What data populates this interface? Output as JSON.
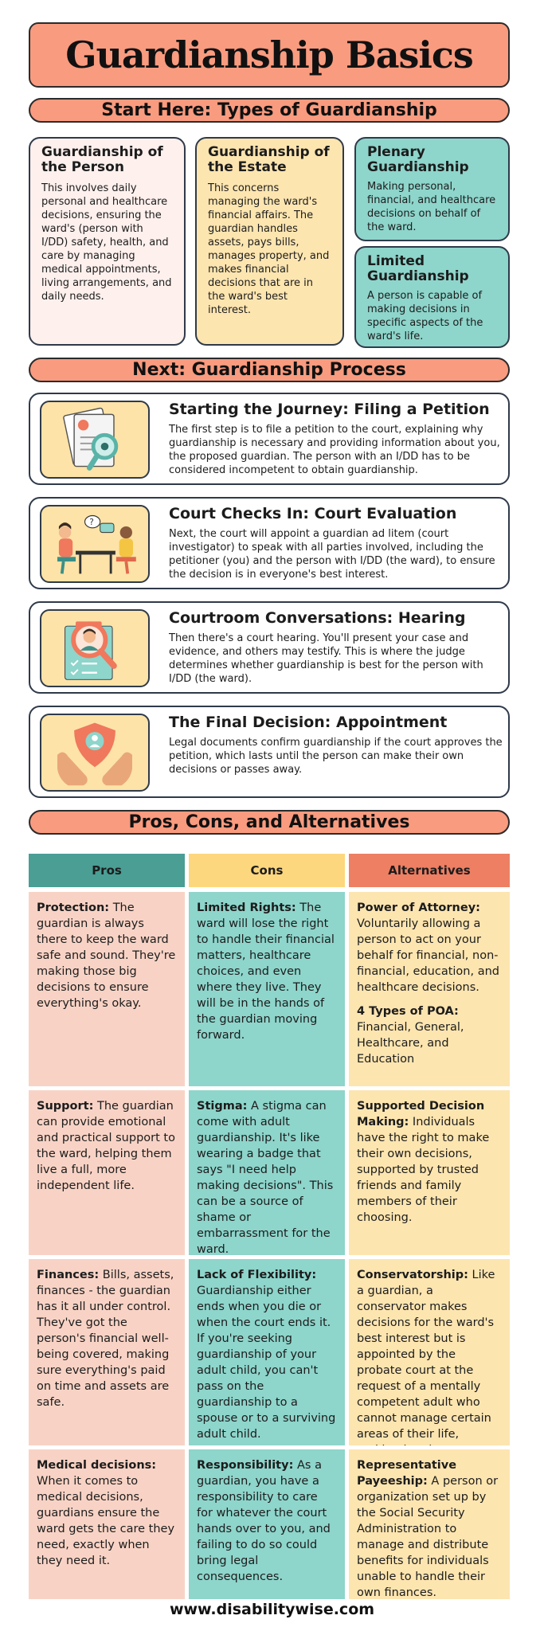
{
  "title": "Guardianship Basics",
  "sections": {
    "types": "Start Here: Types of Guardianship",
    "process": "Next: Guardianship Process",
    "pros_cons": "Pros, Cons, and Alternatives"
  },
  "types": [
    {
      "title": "Guardianship of the Person",
      "body": "This involves daily personal and healthcare decisions, ensuring the ward's (person with I/DD) safety, health, and care by managing medical appointments, living arrangements, and daily needs."
    },
    {
      "title": "Guardianship of the Estate",
      "body": "This concerns managing the ward's financial affairs. The guardian handles assets, pays bills, manages property, and makes financial decisions that are in the ward's best interest."
    },
    {
      "title": "Plenary Guardianship",
      "body": "Making personal, financial, and healthcare decisions on behalf of the ward."
    },
    {
      "title": "Limited Guardianship",
      "body": "A person is capable of making decisions in specific aspects of the ward's life."
    }
  ],
  "steps": [
    {
      "title": "Starting the Journey: Filing a Petition",
      "body": "The first step is to file a petition to the court, explaining why guardianship is necessary and providing information about you, the proposed guardian. The person with an I/DD has to be considered incompetent to obtain guardianship."
    },
    {
      "title": "Court Checks In: Court Evaluation",
      "body": "Next, the court will appoint a guardian ad litem (court investigator) to speak with all parties involved, including the petitioner (you) and the person with I/DD (the ward), to ensure the decision is in everyone's best interest."
    },
    {
      "title": "Courtroom Conversations: Hearing",
      "body": "Then there's a court hearing. You'll present your case and evidence, and others may testify. This is where the judge determines whether guardianship is best for the person with I/DD (the ward)."
    },
    {
      "title": "The Final Decision: Appointment",
      "body": "Legal documents confirm guardianship if the court approves the petition, which lasts until the person can make their own decisions or passes away."
    }
  ],
  "table": {
    "headers": [
      "Pros",
      "Cons",
      "Alternatives"
    ],
    "rows": [
      [
        {
          "label": "Protection:",
          "text": " The guardian is always there to keep the ward safe and sound. They're making those big decisions to ensure everything's okay."
        },
        {
          "label": "Limited Rights:",
          "text": " The ward will lose the right to handle their financial matters, healthcare choices, and even where they live. They will be in the hands of the guardian moving forward."
        },
        {
          "label": "Power of Attorney:",
          "text": " Voluntarily allowing a person to act on your behalf for financial, non-financial, education, and healthcare decisions.",
          "label2": "4 Types of POA:",
          "text2": " Financial, General, Healthcare, and Education"
        }
      ],
      [
        {
          "label": "Support:",
          "text": " The guardian can provide emotional and practical support to the ward, helping them live a full, more independent life."
        },
        {
          "label": "Stigma:",
          "text": " A stigma can come with adult guardianship. It's like wearing a badge that says \"I need help making decisions\". This can be a source of shame or embarrassment for the ward."
        },
        {
          "label": "Supported Decision Making:",
          "text": " Individuals have the right to make their own decisions, supported by trusted friends and family members of their choosing."
        }
      ],
      [
        {
          "label": "Finances:",
          "text": "  Bills, assets, finances - the guardian has it all under control. They've got the person's financial well-being covered, making sure everything's paid on time and assets are safe."
        },
        {
          "label": "Lack of Flexibility:",
          "text": " Guardianship either ends when you die or when the court ends it. If you're seeking guardianship of your adult child, you can't pass on the guardianship to a spouse or to a surviving adult child."
        },
        {
          "label": "Conservatorship:",
          "text": " Like a guardian, a conservator makes decisions for the ward's best interest but is appointed by the probate court at the request of a mentally competent adult who cannot manage certain areas of their life, making it voluntary."
        }
      ],
      [
        {
          "label": "Medical decisions:",
          "text": " When it comes to medical decisions, guardians ensure the ward gets the care they need, exactly when they need it."
        },
        {
          "label": "Responsibility:",
          "text": " As a guardian, you have a responsibility to care for whatever the court hands over to you, and failing to do so could bring legal consequences."
        },
        {
          "label": "Representative Payeeship:",
          "text": " A person or organization set up by the Social Security Administration to manage and distribute benefits for individuals unable to handle their own finances."
        }
      ]
    ]
  },
  "footer": "www.disabilitywise.com",
  "colors": {
    "accent": "#f99b7f",
    "pros_header": "#4a9e94",
    "cons_header": "#fdd77e",
    "alts_header": "#ee7f63",
    "pros_cell": "#f8d3c5",
    "cons_cell": "#8ed5cb",
    "alts_cell": "#fde5b0"
  },
  "icons": [
    "document-magnifier-icon",
    "meeting-conversation-icon",
    "person-magnifier-checklist-icon",
    "hands-shield-icon"
  ]
}
